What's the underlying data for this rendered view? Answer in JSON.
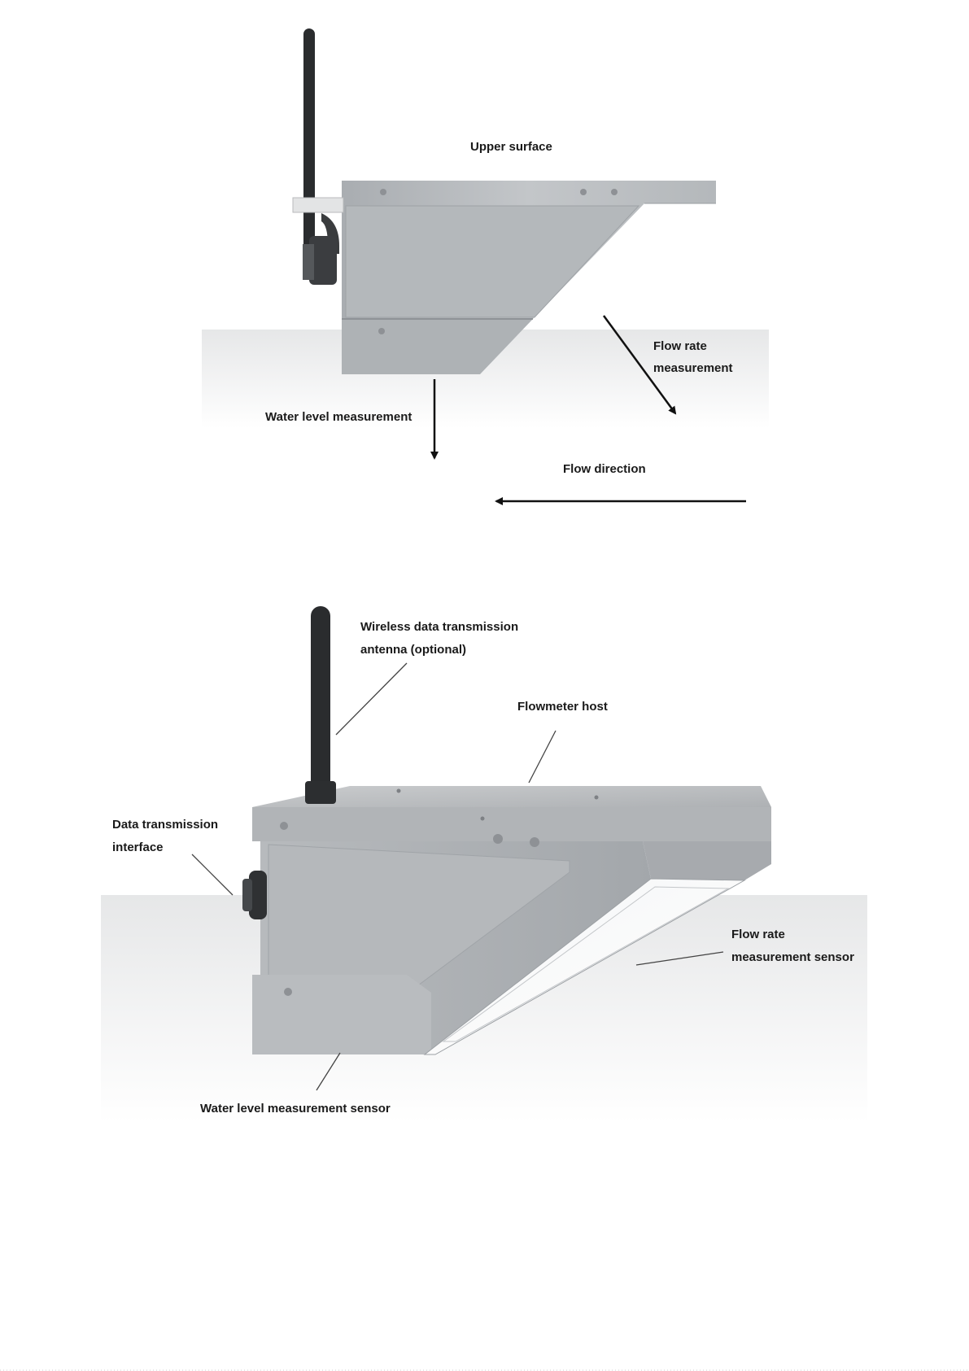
{
  "side_view": {
    "upper_surface": "Upper surface",
    "flow_rate_line1": "Flow rate",
    "flow_rate_line2": "measurement",
    "water_level": "Water level measurement",
    "flow_direction": "Flow direction"
  },
  "perspective_view": {
    "antenna_line1": "Wireless data transmission",
    "antenna_line2": "antenna (optional)",
    "host": "Flowmeter host",
    "interface_line1": "Data transmission",
    "interface_line2": "interface",
    "flow_sensor_line1": "Flow rate",
    "flow_sensor_line2": "measurement sensor",
    "water_sensor": "Water level measurement sensor"
  },
  "colors": {
    "body": "#b9bcbf",
    "body_dark": "#9a9ea2",
    "antenna": "#2a2c2e",
    "text": "#1a1a1a"
  }
}
